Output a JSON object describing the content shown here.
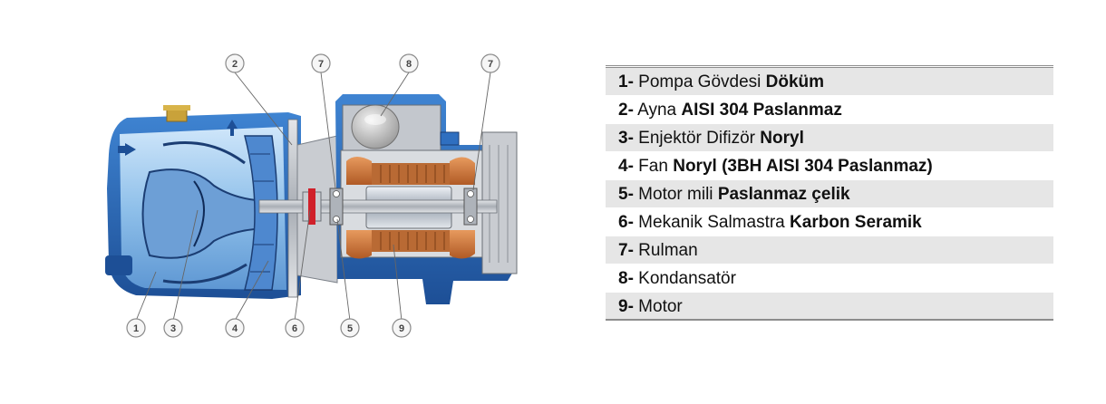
{
  "callouts": {
    "c1": "1",
    "c2": "2",
    "c3": "3",
    "c4": "4",
    "c5": "5",
    "c6": "6",
    "c7a": "7",
    "c7b": "7",
    "c8": "8",
    "c9": "9"
  },
  "legend": [
    {
      "num": "1-",
      "pre": " Pompa Gövdesi ",
      "bold": "Döküm",
      "post": ""
    },
    {
      "num": "2-",
      "pre": " Ayna ",
      "bold": "AISI 304 Paslanmaz",
      "post": ""
    },
    {
      "num": "3-",
      "pre": " Enjektör Difizör ",
      "bold": "Noryl",
      "post": ""
    },
    {
      "num": "4-",
      "pre": " Fan ",
      "bold": "Noryl (3BH AISI 304 Paslanmaz)",
      "post": ""
    },
    {
      "num": "5-",
      "pre": " Motor mili ",
      "bold": "Paslanmaz çelik",
      "post": ""
    },
    {
      "num": "6-",
      "pre": " Mekanik Salmastra ",
      "bold": "Karbon Seramik",
      "post": ""
    },
    {
      "num": "7-",
      "pre": " Rulman",
      "bold": "",
      "post": ""
    },
    {
      "num": "8-",
      "pre": " Kondansatör",
      "bold": "",
      "post": ""
    },
    {
      "num": "9-",
      "pre": " Motor",
      "bold": "",
      "post": ""
    }
  ],
  "colors": {
    "pump_blue": "#2f6fc0",
    "pump_light": "#9ec9ef",
    "metal": "#b8bcc2",
    "copper": "#c8703a",
    "seal_red": "#d0202a"
  }
}
